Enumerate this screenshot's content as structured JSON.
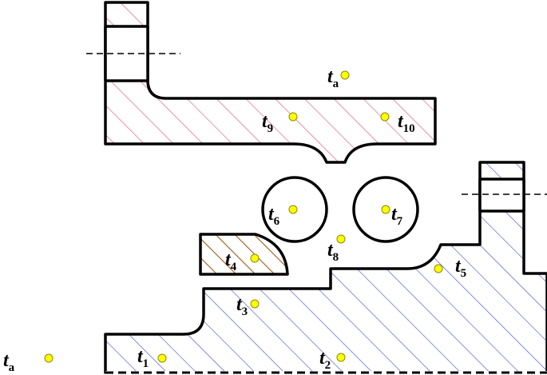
{
  "colors": {
    "outline": "#000000",
    "upper_hatch": "#e8577c",
    "lower_hatch": "#4a55d6",
    "block_fill": "#ffffff",
    "block_hatch": "#a4591a",
    "point_fill": "#ffff00",
    "point_stroke": "#8a8a00"
  },
  "labels": {
    "ta_top": {
      "base": "t",
      "sub": "a"
    },
    "ta_left": {
      "base": "t",
      "sub": "a"
    },
    "t1": {
      "base": "t",
      "sub": "1"
    },
    "t2": {
      "base": "t",
      "sub": "2"
    },
    "t3": {
      "base": "t",
      "sub": "3"
    },
    "t4": {
      "base": "t",
      "sub": "4"
    },
    "t5": {
      "base": "t",
      "sub": "5"
    },
    "t6": {
      "base": "t",
      "sub": "6"
    },
    "t7": {
      "base": "t",
      "sub": "7"
    },
    "t8": {
      "base": "t",
      "sub": "8"
    },
    "t9": {
      "base": "t",
      "sub": "9"
    },
    "t10": {
      "base": "t",
      "sub": "10"
    }
  }
}
